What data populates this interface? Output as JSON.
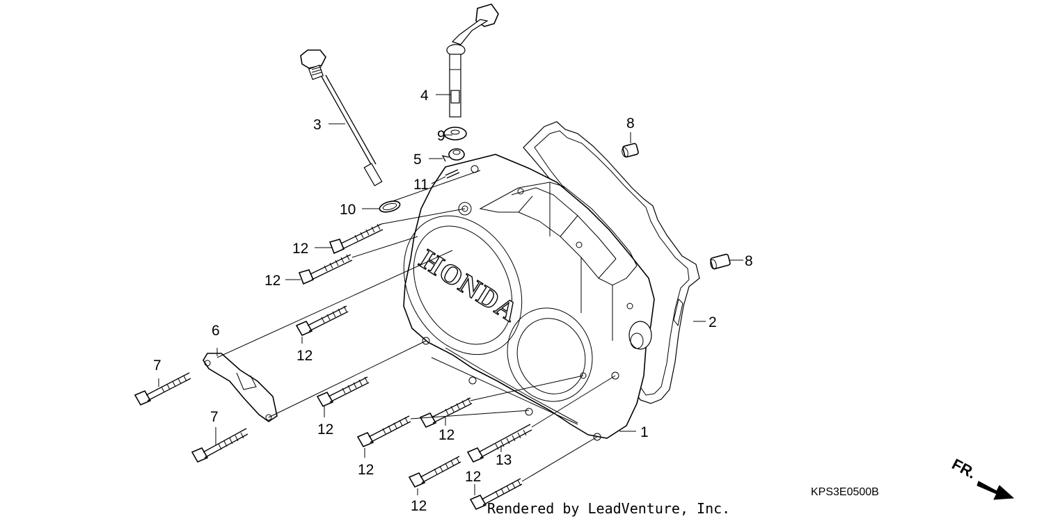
{
  "diagram": {
    "brand_text": "HONDA",
    "diagram_code": "KPS3E0500B",
    "credit": "Rendered by LeadVenture, Inc.",
    "direction_label": "FR.",
    "callouts": {
      "c1": "1",
      "c2": "2",
      "c3": "3",
      "c4": "4",
      "c5": "5",
      "c6": "6",
      "c7a": "7",
      "c7b": "7",
      "c8a": "8",
      "c8b": "8",
      "c9": "9",
      "c10": "10",
      "c11": "11",
      "c12a": "12",
      "c12b": "12",
      "c12c": "12",
      "c12d": "12",
      "c12e": "12",
      "c12f": "12",
      "c12g": "12",
      "c12h": "12",
      "c13": "13"
    }
  }
}
